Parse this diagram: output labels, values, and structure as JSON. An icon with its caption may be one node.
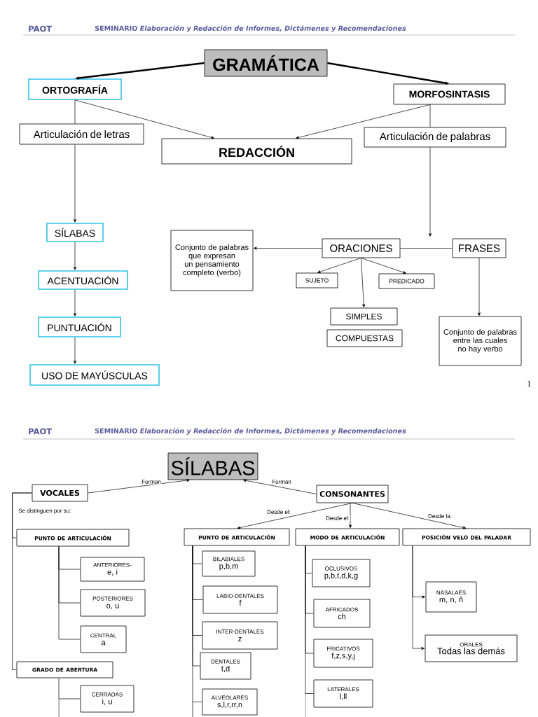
{
  "diagram": {
    "nodes": [
      {
        "text": [
          "GRAMÁTICA"
        ]
      },
      {
        "text": [
          "ORTOGRAFÍA"
        ]
      },
      {
        "text": [
          "MORFOSINTASIS"
        ]
      },
      {
        "text": [
          "Articulación de letras"
        ]
      },
      {
        "text": [
          "REDACCIÓN"
        ]
      },
      {
        "text": [
          "Articulación de palabras"
        ]
      },
      {
        "text": [
          "SÍLABAS"
        ]
      },
      {
        "text": [
          "ACENTUACIÓN"
        ]
      },
      {
        "text": [
          "PUNTUACIÓN"
        ]
      },
      {
        "text": [
          "USO DE MAYÚSCULAS"
        ]
      },
      {
        "text": [
          "Conjunto de palabras que expresan un pensamiento completo (verbo)"
        ]
      },
      {
        "text": [
          "ORACIONES"
        ]
      },
      {
        "text": [
          "FRASES"
        ]
      },
      {
        "text": [
          "SUJETO"
        ]
      },
      {
        "text": [
          "PREDICADO"
        ]
      },
      {
        "text": [
          "SIMPLES"
        ]
      },
      {
        "text": [
          "COMPUESTAS"
        ]
      },
      {
        "text": [
          "Conjunto de palabras entre las cuales no hay verbo"
        ]
      },
      {
        "text": [
          "SÍLABAS"
        ]
      },
      {
        "text": [
          "VOCALES"
        ]
      },
      {
        "text": [
          "CONSONANTES"
        ]
      },
      {
        "text": [
          "PUNTO DE ARTICULACIÓN"
        ]
      },
      {
        "text": [
          "ANTERIORES-",
          "e, i"
        ]
      },
      {
        "text": [
          "POSTERIORES",
          "o, u"
        ]
      },
      {
        "text": [
          "CENTRAL",
          "a"
        ]
      },
      {
        "text": [
          "GRADO DE ABERTURA"
        ]
      },
      {
        "text": [
          "CERRADAS",
          "i, u"
        ]
      },
      {
        "text": [
          "PUNTO DE ARTICULACIÓN"
        ]
      },
      {
        "text": [
          "MODO DE ARTICULACIÓN"
        ]
      },
      {
        "text": [
          "POSICIÓN VELO DEL PALADAR"
        ]
      },
      {
        "text": [
          "BILABIALES",
          "p,b,m"
        ]
      },
      {
        "text": [
          "LABIO-DENTALES",
          "f"
        ]
      },
      {
        "text": [
          "INTER-DENTALES",
          "z"
        ]
      },
      {
        "text": [
          "DENTALES",
          "t,d"
        ]
      },
      {
        "text": [
          "ALVEOLARES",
          "s,l,r,rr,n"
        ]
      },
      {
        "text": [
          "OCLUSIVOS",
          "p,b,t,d,k,g"
        ]
      },
      {
        "text": [
          "AFRICADOS",
          "ch"
        ]
      },
      {
        "text": [
          "FRICATIVOS",
          "f,z,s,y,j"
        ]
      },
      {
        "text": [
          "LATERALES",
          "l,ll"
        ]
      },
      {
        "text": [
          "NASALAES",
          "m, n, ñ"
        ]
      },
      {
        "text": [
          "ORALES",
          "Todas las demás"
        ]
      }
    ],
    "edges": [
      {
        "from": 0,
        "to": 1,
        "arrow": "to",
        "style": "thick"
      },
      {
        "from": 0,
        "to": 2,
        "arrow": "to",
        "style": "thick"
      },
      {
        "from": 1,
        "to": 4,
        "arrow": "to"
      },
      {
        "from": 2,
        "to": 4,
        "arrow": "to"
      },
      {
        "from": 1,
        "to": 3,
        "arrow": "none"
      },
      {
        "from": 3,
        "to": 6,
        "arrow": "to"
      },
      {
        "from": 2,
        "to": 5,
        "arrow": "none"
      },
      {
        "from": 5,
        "to": null,
        "arrow": "to"
      },
      {
        "from": 11,
        "to": 12,
        "arrow": "none"
      },
      {
        "from": 11,
        "to": 10,
        "arrow": "to"
      },
      {
        "from": 6,
        "to": 7,
        "arrow": "to"
      },
      {
        "from": 7,
        "to": 8,
        "arrow": "to"
      },
      {
        "from": 8,
        "to": 9,
        "arrow": "to"
      },
      {
        "from": 11,
        "to": 13,
        "arrow": "to"
      },
      {
        "from": 11,
        "to": 14,
        "arrow": "to"
      },
      {
        "from": 11,
        "to": 15,
        "arrow": "to"
      },
      {
        "from": 12,
        "to": 17,
        "arrow": "to"
      },
      {
        "from": 19,
        "to": 18,
        "arrow": "to",
        "label": "Forman"
      },
      {
        "from": 20,
        "to": 18,
        "arrow": "to",
        "label": "Forman"
      },
      {
        "from": 20,
        "to": 27,
        "arrow": "to",
        "label": "Desde el:"
      },
      {
        "from": 20,
        "to": 28,
        "arrow": "to",
        "label": "Desde el:"
      },
      {
        "from": 20,
        "to": 29,
        "arrow": "to",
        "label": "Desde la:"
      },
      {
        "from": 19,
        "to": 21,
        "arrow": "none"
      },
      {
        "from": 19,
        "to": 25,
        "arrow": "none"
      },
      {
        "from": 21,
        "to": 22,
        "arrow": "none"
      },
      {
        "from": 21,
        "to": 23,
        "arrow": "none"
      },
      {
        "from": 21,
        "to": 24,
        "arrow": "none"
      },
      {
        "from": 25,
        "to": 26,
        "arrow": "none"
      },
      {
        "from": 27,
        "to": 30,
        "arrow": "none"
      },
      {
        "from": 27,
        "to": 31,
        "arrow": "none"
      },
      {
        "from": 27,
        "to": 32,
        "arrow": "none"
      },
      {
        "from": 27,
        "to": 33,
        "arrow": "none"
      },
      {
        "from": 27,
        "to": 34,
        "arrow": "none"
      },
      {
        "from": 28,
        "to": 35,
        "arrow": "none"
      },
      {
        "from": 28,
        "to": 36,
        "arrow": "none"
      },
      {
        "from": 28,
        "to": 37,
        "arrow": "none"
      },
      {
        "from": 28,
        "to": 38,
        "arrow": "none"
      },
      {
        "from": 29,
        "to": 39,
        "arrow": "to"
      },
      {
        "from": 29,
        "to": 40,
        "arrow": "to"
      }
    ],
    "labels": [
      "PAOT",
      "SEMINARIO *Elaboración y Redacción de Informes, Dictámenes y Recomendaciones*",
      "1",
      "PAOT",
      "SEMINARIO *Elaboración y Redacción de Informes, Dictámenes y Recomendaciones*",
      "Se distinguen por su:"
    ]
  }
}
